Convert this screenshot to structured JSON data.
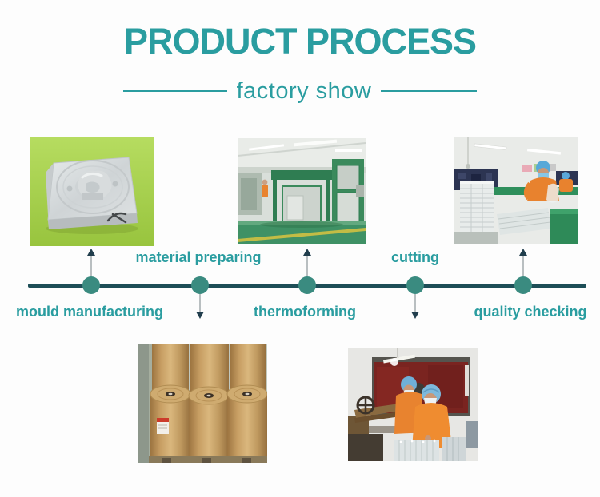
{
  "header": {
    "title": "PRODUCT PROCESS",
    "subtitle": "factory show"
  },
  "colors": {
    "accent_teal": "#2a9da0",
    "timeline_line": "#1d4e57",
    "timeline_dot": "#3a8b80",
    "arrow_head": "#213e4d",
    "arrow_stem": "#b9bfc1",
    "background": "#fdfdfd"
  },
  "timeline": {
    "steps": [
      {
        "label": "mould manufacturing",
        "label_position": "below-line",
        "arrow_direction": "up",
        "photo": "mould-photo"
      },
      {
        "label": "material preparing",
        "label_position": "above-line",
        "arrow_direction": "down",
        "photo": "material-rolls-photo"
      },
      {
        "label": "thermoforming",
        "label_position": "below-line",
        "arrow_direction": "up",
        "photo": "thermoforming-photo"
      },
      {
        "label": "cutting",
        "label_position": "above-line",
        "arrow_direction": "down",
        "photo": "cutting-photo"
      },
      {
        "label": "quality checking",
        "label_position": "below-line",
        "arrow_direction": "up",
        "photo": "quality-checking-photo"
      }
    ]
  },
  "photos": [
    {
      "name": "mould-photo",
      "alt": "aluminium mould block on bright green background"
    },
    {
      "name": "thermoforming-photo",
      "alt": "green thermoforming machines on factory floor"
    },
    {
      "name": "quality-checking-photo",
      "alt": "workers in orange shirts checking stacked clear trays"
    },
    {
      "name": "material-rolls-photo",
      "alt": "large kraft paper material rolls"
    },
    {
      "name": "cutting-photo",
      "alt": "two workers at a cutting machine in front of a red board"
    }
  ]
}
